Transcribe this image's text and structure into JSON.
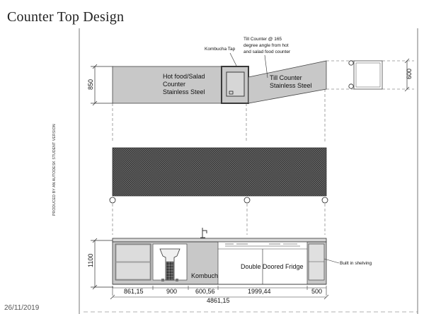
{
  "title": "Counter Top Design",
  "date": "26/11/2019",
  "watermark": "PRODUCED BY AN AUTODESK STUDENT VERSION",
  "colors": {
    "counter_fill": "#c8c8c8",
    "hatch_fill": "#3c3c3c",
    "line": "#333333",
    "sink_outline": "#3a3a3a"
  },
  "plan": {
    "dim_depth_left": "850",
    "dim_depth_right": "600",
    "hot_food_counter": [
      "Hot food/Salad",
      "Counter",
      "Stainless Steel"
    ],
    "kombucha_tap_label": "Kombucha Tap",
    "till_counter_note": [
      "Till Counter @ 165",
      "degree angle from hot",
      "and salad food counter"
    ],
    "till_counter_label": [
      "Till Counter",
      "Stainless Steel"
    ]
  },
  "elevation": {
    "dim_height": "1100",
    "fridge_label": "Double Doored Fridge",
    "kombucha_tap_label": "Kombucha Tap",
    "shelving_label": "Built in shelving",
    "dims": [
      "861,15",
      "900",
      "600,56",
      "1999,44",
      "500"
    ],
    "total_dim": "4861,15"
  }
}
